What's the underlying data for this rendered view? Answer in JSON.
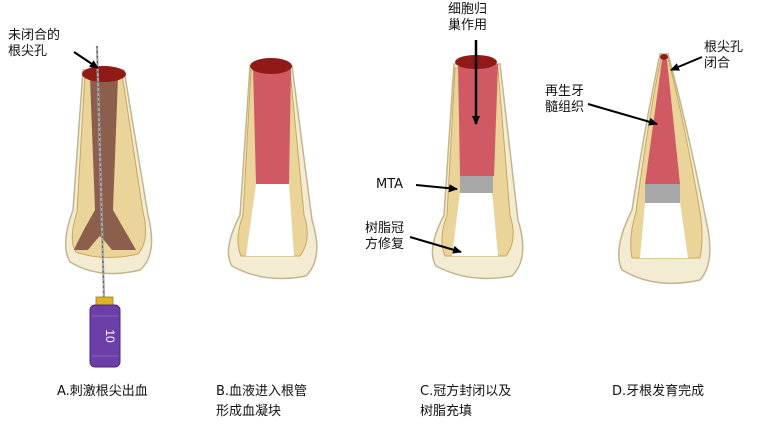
{
  "panels": [
    {
      "id": "A",
      "caption": [
        "A.刺激根尖出血"
      ]
    },
    {
      "id": "B",
      "caption": [
        "B.血液进入根管",
        "形成血凝块"
      ]
    },
    {
      "id": "C",
      "caption": [
        "C.冠方封闭以及",
        "树脂充填"
      ]
    },
    {
      "id": "D",
      "caption": [
        "D.牙根发育完成"
      ]
    }
  ],
  "annotations": {
    "open_apex": [
      "未闭合的",
      "根尖孔"
    ],
    "cell_homing": [
      "细胞归",
      "巢作用"
    ],
    "mta": "MTA",
    "resin_crown": [
      "树脂冠",
      "方修复"
    ],
    "regenerated_pulp": [
      "再生牙",
      "髓组织"
    ],
    "apex_closure": [
      "根尖孔",
      "闭合"
    ]
  },
  "file_instrument": {
    "size_label": "10"
  },
  "colors": {
    "dentin": "#ebd49a",
    "dentin_edge": "#c9a75a",
    "enamel": "#f3ecd2",
    "canal_brown": "#8c5f4d",
    "blood_clot": "#cf5a63",
    "blood_dark": "#8f1a18",
    "mta_gray": "#a8a8a8",
    "handle_purple": "#6b3ea8"
  }
}
